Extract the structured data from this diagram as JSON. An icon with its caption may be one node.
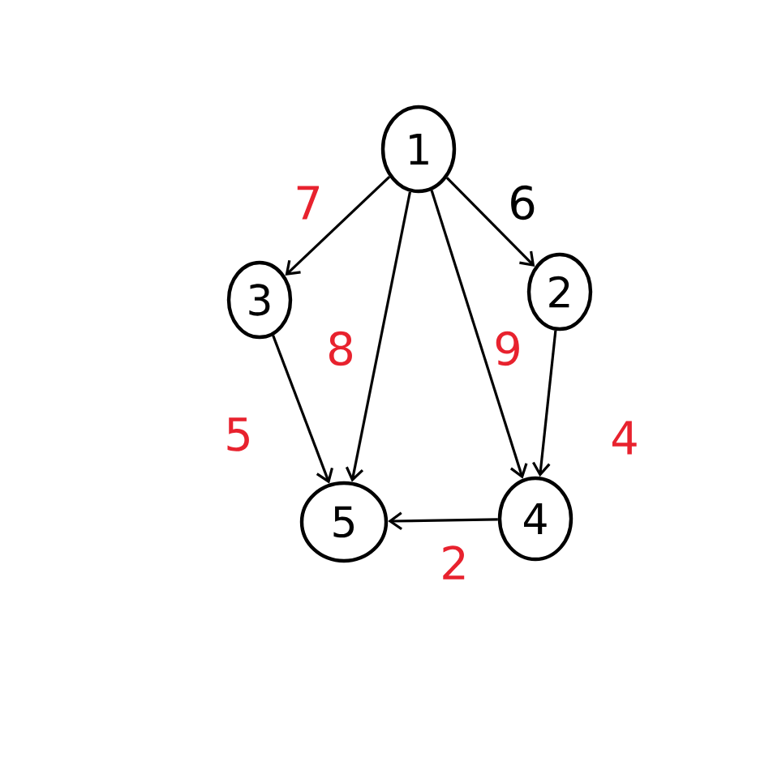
{
  "diagram": {
    "nodes": [
      {
        "text": [
          "1"
        ]
      },
      {
        "text": [
          "3"
        ]
      },
      {
        "text": [
          "2"
        ]
      },
      {
        "text": [
          "5"
        ]
      },
      {
        "text": [
          "4"
        ]
      }
    ],
    "edges": [
      {
        "from": 0,
        "to": 1,
        "arrow": "to",
        "label": "7"
      },
      {
        "from": 0,
        "to": 2,
        "arrow": "to",
        "label": "6"
      },
      {
        "from": 0,
        "to": 3,
        "arrow": "to",
        "label": "8"
      },
      {
        "from": 0,
        "to": 4,
        "arrow": "to",
        "label": "9"
      },
      {
        "from": 1,
        "to": 3,
        "arrow": "to",
        "label": "5"
      },
      {
        "from": 2,
        "to": 4,
        "arrow": "to",
        "label": "4"
      },
      {
        "from": 4,
        "to": 3,
        "arrow": "to",
        "label": "2"
      }
    ]
  }
}
